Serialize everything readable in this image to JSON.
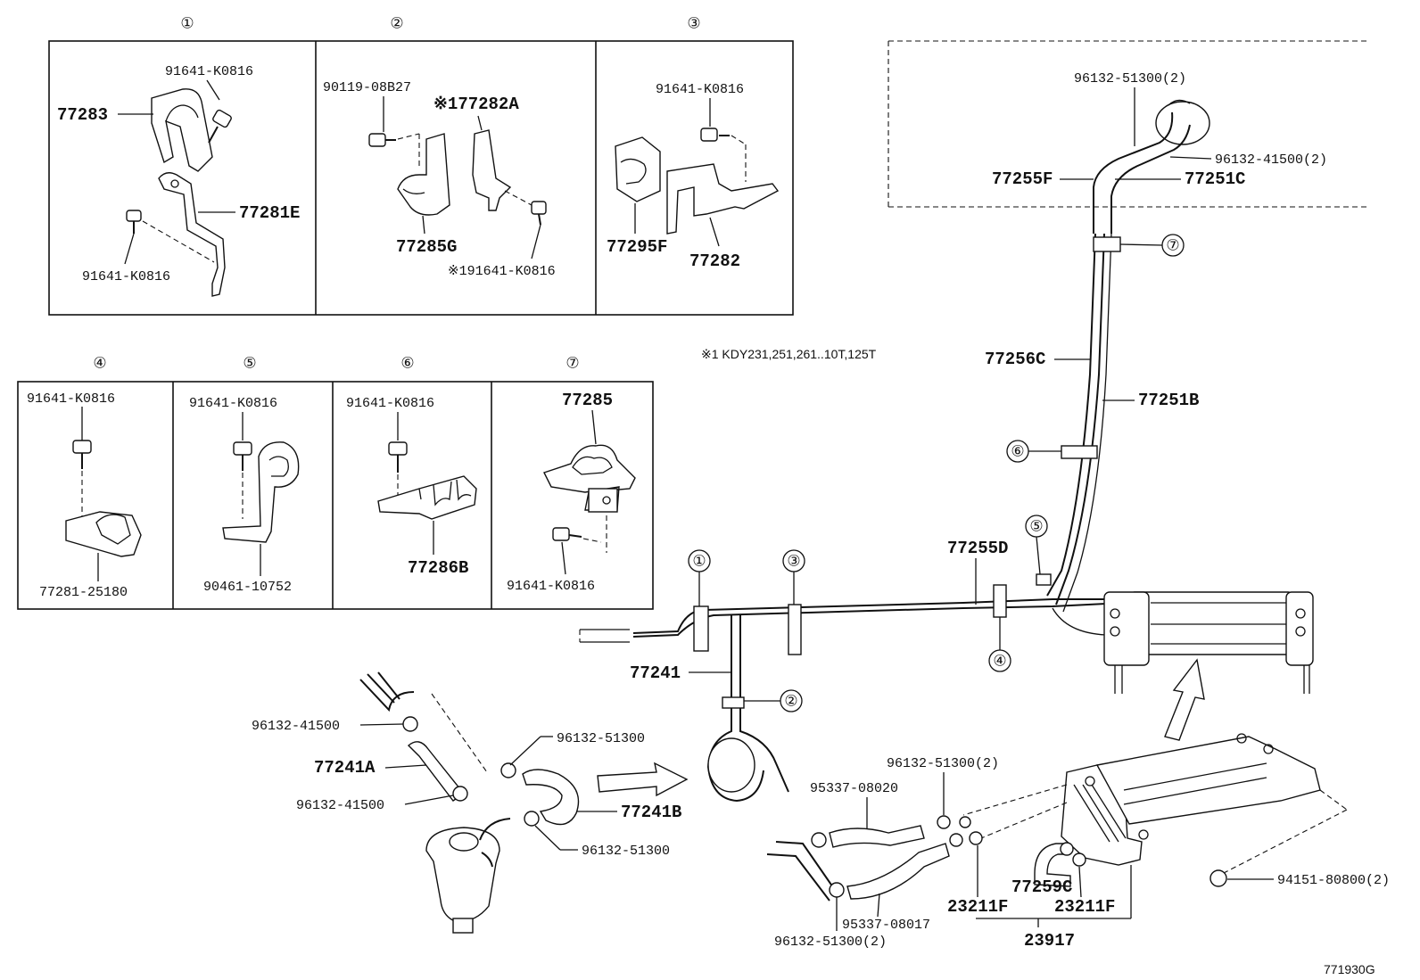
{
  "note": "※1 KDY231,251,261..10T,125T",
  "figure_code": "771930G",
  "panels": [
    {
      "num": "①",
      "labels": {
        "a": "91641-K0816",
        "b": "77283",
        "c": "77281E",
        "d": "91641-K0816"
      }
    },
    {
      "num": "②",
      "labels": {
        "a": "90119-08B27",
        "b": "※177282A",
        "c": "77285G",
        "d": "※191641-K0816"
      }
    },
    {
      "num": "③",
      "labels": {
        "a": "91641-K0816",
        "b": "77295F",
        "c": "77282"
      }
    },
    {
      "num": "④",
      "labels": {
        "a": "91641-K0816",
        "b": "77281-25180"
      }
    },
    {
      "num": "⑤",
      "labels": {
        "a": "91641-K0816",
        "b": "90461-10752"
      }
    },
    {
      "num": "⑥",
      "labels": {
        "a": "91641-K0816",
        "b": "77286B"
      }
    },
    {
      "num": "⑦",
      "labels": {
        "a": "77285",
        "b": "91641-K0816"
      }
    }
  ],
  "main": {
    "clamp_markers": [
      "①",
      "②",
      "③",
      "④",
      "⑤",
      "⑥",
      "⑦"
    ],
    "labels": {
      "p96132_51300_2_top": "96132-51300(2)",
      "p96132_41500_2": "96132-41500(2)",
      "p77255F": "77255F",
      "p77251C": "77251C",
      "p77256C": "77256C",
      "p77251B": "77251B",
      "p77255D": "77255D",
      "p77241": "77241",
      "p96132_41500_a": "96132-41500",
      "p77241A": "77241A",
      "p96132_41500_b": "96132-41500",
      "p96132_51300_a": "96132-51300",
      "p77241B": "77241B",
      "p96132_51300_b": "96132-51300",
      "p96132_51300_2_mid": "96132-51300(2)",
      "p95337_08020": "95337-08020",
      "p95337_08017": "95337-08017",
      "p96132_51300_2_bot": "96132-51300(2)",
      "p23211F_a": "23211F",
      "p77259C": "77259C",
      "p23211F_b": "23211F",
      "p23917": "23917",
      "p94151_80800_2": "94151-80800(2)"
    }
  }
}
